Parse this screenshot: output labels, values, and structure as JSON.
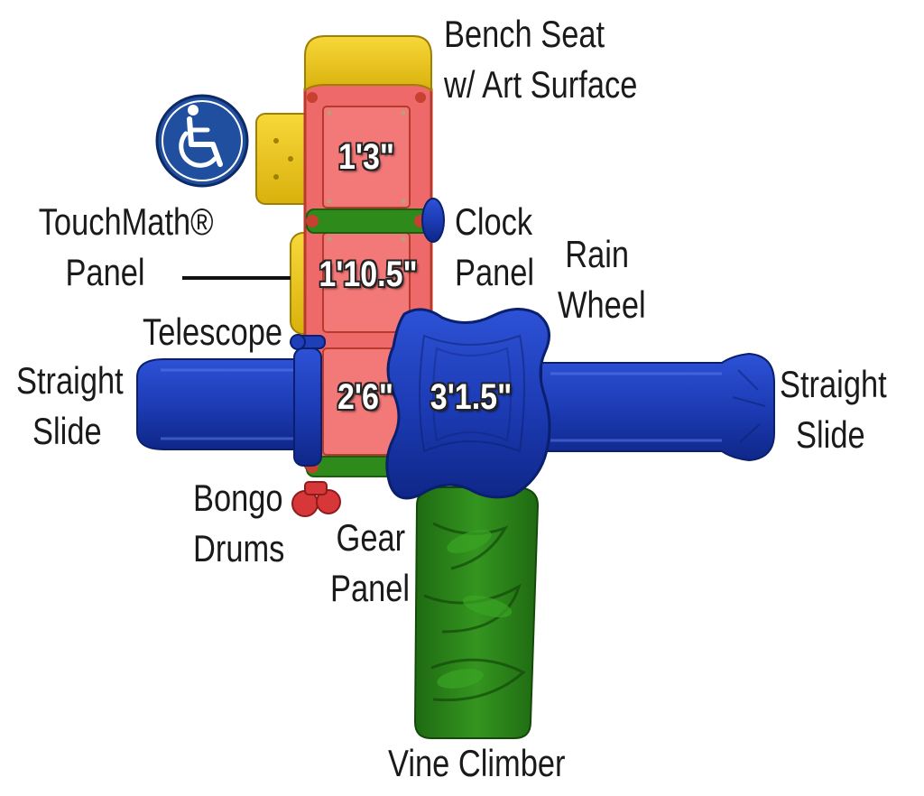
{
  "colors": {
    "blue": "#1e3fb8",
    "blue_dark": "#0d2380",
    "red_panel": "#ef6b6b",
    "red_dark": "#c8402f",
    "yellow": "#f2cc16",
    "yellow_dark": "#b8950b",
    "green": "#2f8a1c",
    "green_dark": "#1a5e10",
    "accessibility_blue": "#1f4f9e"
  },
  "icons": {
    "accessibility": "wheelchair-icon"
  },
  "labels": {
    "bench_seat": [
      "Bench Seat",
      "w/ Art Surface"
    ],
    "touchmath": [
      "TouchMath®",
      "Panel"
    ],
    "clock": [
      "Clock",
      "Panel"
    ],
    "rain_wheel": [
      "Rain",
      "Wheel"
    ],
    "telescope": "Telescope",
    "straight_slide_left": [
      "Straight",
      "Slide"
    ],
    "straight_slide_right": [
      "Straight",
      "Slide"
    ],
    "bongo": [
      "Bongo",
      "Drums"
    ],
    "gear": [
      "Gear",
      "Panel"
    ],
    "vine_climber": "Vine Climber"
  },
  "dimensions": {
    "deck_top": "1'3\"",
    "deck_middle": "1'10.5\"",
    "deck_lower": "2'6\"",
    "deck_roof": "3'1.5\""
  }
}
